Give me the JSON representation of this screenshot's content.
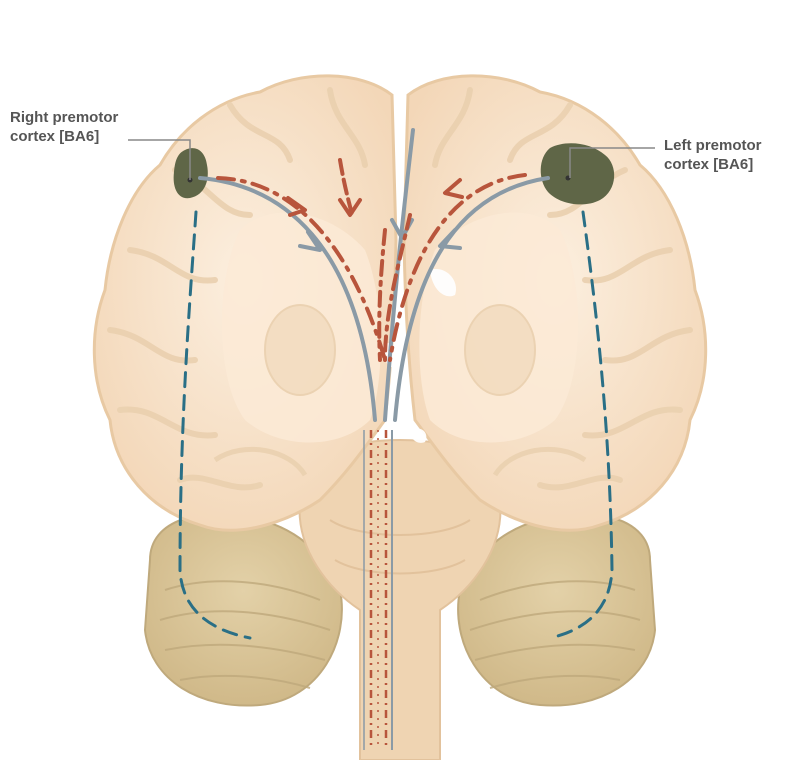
{
  "labels": {
    "right_premotor_line1": "Right premotor",
    "right_premotor_line2": "cortex [BA6]",
    "left_premotor_line1": "Left premotor",
    "left_premotor_line2": "cortex [BA6]"
  },
  "colors": {
    "cortex": "#f6dfc4",
    "cortex_outline": "#e8c9a3",
    "white_matter": "#fbead6",
    "brainstem": "#efd4b2",
    "cerebellum": "#d8c49a",
    "cerebellum_folia": "#bfa97c",
    "premotor_region": "#5f6647",
    "solid_pathway": "#8a9aa6",
    "dashdot_pathway": "#b8553c",
    "dashed_pathway": "#2a6f86",
    "leader_line": "#888888"
  }
}
